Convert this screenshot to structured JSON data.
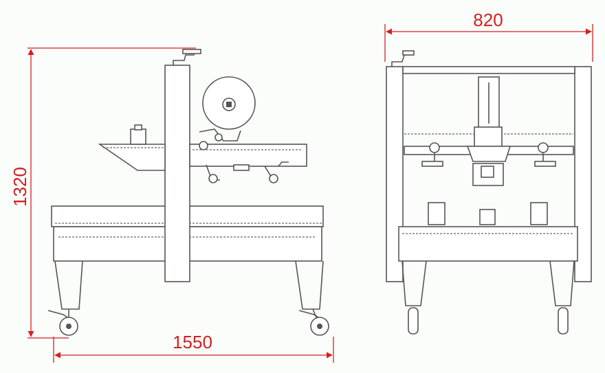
{
  "dimensions": {
    "height_label": "1320",
    "length_label": "1550",
    "width_label": "820"
  },
  "colors": {
    "dimension": "#d42020",
    "drawing": "#555555",
    "background_tint": "#f3f7ee"
  }
}
